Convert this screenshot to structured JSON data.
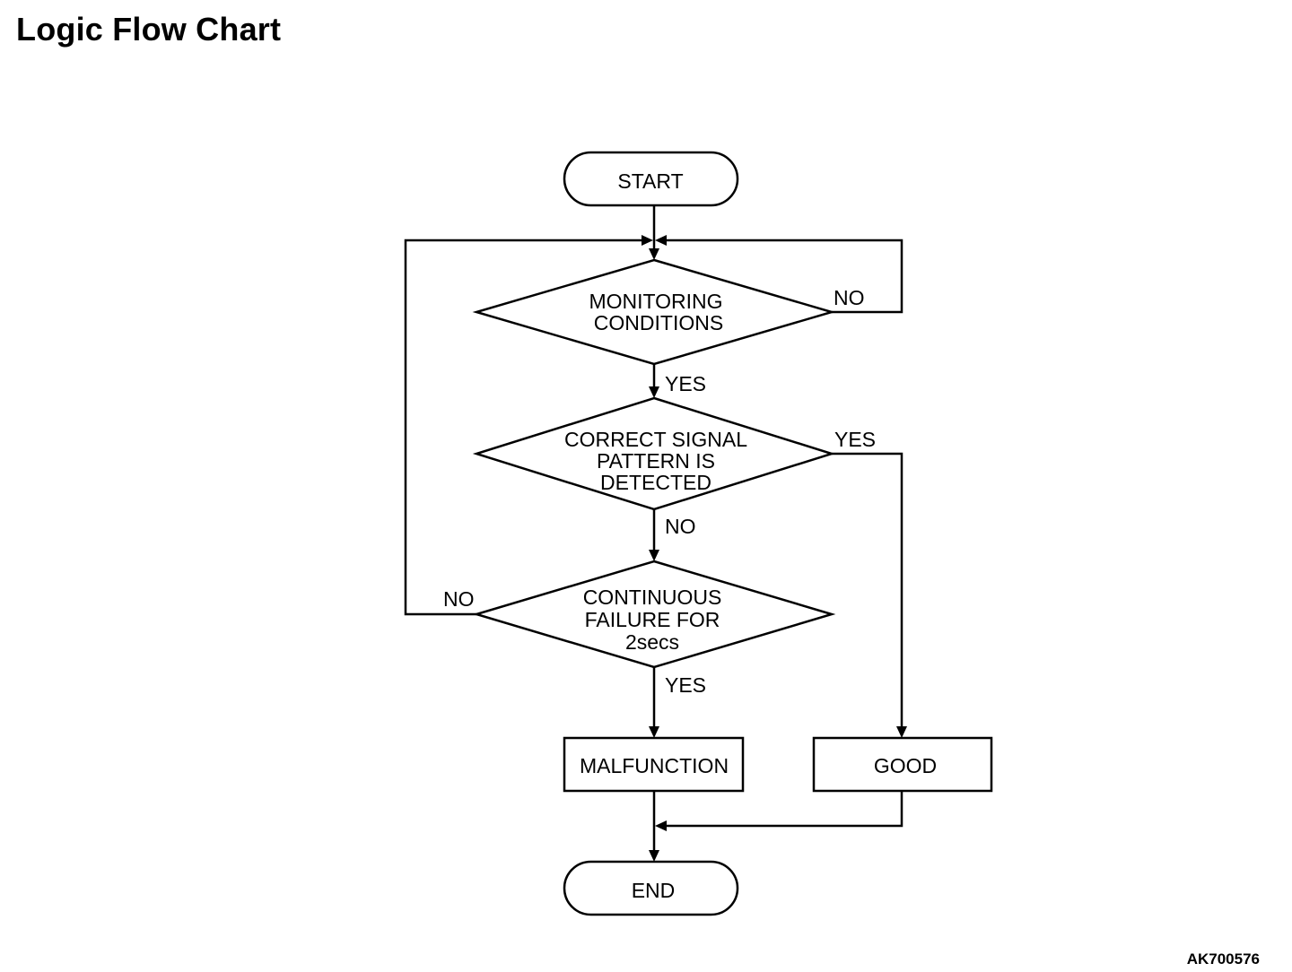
{
  "title": "Logic Flow Chart",
  "doc_code": "AK700576",
  "nodes": {
    "start": "START",
    "monitoring": [
      "MONITORING",
      "CONDITIONS"
    ],
    "signal": [
      "CORRECT SIGNAL",
      "PATTERN IS",
      "DETECTED"
    ],
    "failure": [
      "CONTINUOUS",
      "FAILURE FOR",
      "2secs"
    ],
    "malfunction": "MALFUNCTION",
    "good": "GOOD",
    "end": "END"
  },
  "edge_labels": {
    "monitoring_no": "NO",
    "monitoring_yes": "YES",
    "signal_yes": "YES",
    "signal_no": "NO",
    "failure_no": "NO",
    "failure_yes": "YES"
  }
}
